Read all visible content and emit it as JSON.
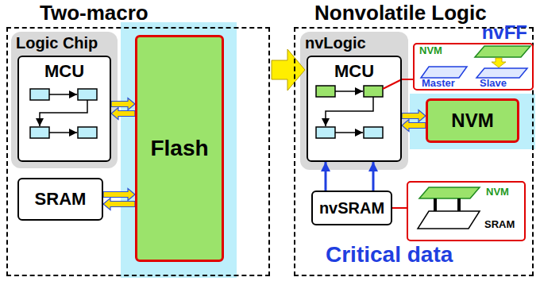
{
  "diagram": {
    "nodes": [
      {
        "text": [
          "Two-macro"
        ]
      },
      {
        "text": [
          "Logic Chip"
        ],
        "in": 0
      },
      {
        "text": [
          "MCU"
        ],
        "in": 1
      },
      {
        "text": [
          "Flash"
        ],
        "in": 0
      },
      {
        "text": [
          "SRAM"
        ],
        "in": 0
      },
      {
        "text": [
          "Nonvolatile Logic"
        ]
      },
      {
        "text": [
          "nvLogic"
        ],
        "in": 5
      },
      {
        "text": [
          "MCU"
        ],
        "in": 6
      },
      {
        "text": [
          "nvFF",
          "NVM",
          "Master",
          "Slave"
        ],
        "in": 5
      },
      {
        "text": [
          "NVM"
        ],
        "in": 5
      },
      {
        "text": [
          "nvSRAM"
        ],
        "in": 5
      },
      {
        "text": [
          "NVM",
          "SRAM"
        ],
        "in": 5
      }
    ],
    "edges": [
      {
        "from": 2,
        "to": 3,
        "arrow": "both"
      },
      {
        "from": 4,
        "to": 3,
        "arrow": "both"
      },
      {
        "from": 7,
        "to": 9,
        "arrow": "both"
      },
      {
        "from": 10,
        "to": 7,
        "arrow": "to"
      },
      {
        "from": 10,
        "to": 7,
        "arrow": "to"
      },
      {
        "from": 7,
        "to": 8,
        "arrow": "none"
      },
      {
        "from": 10,
        "to": 11,
        "arrow": "none"
      }
    ],
    "labels": [
      "Critical data"
    ]
  }
}
